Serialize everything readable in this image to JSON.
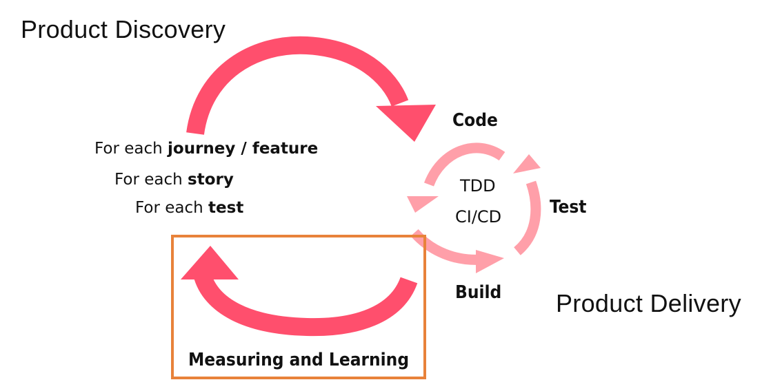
{
  "headings": {
    "discovery": "Product Discovery",
    "delivery": "Product Delivery"
  },
  "discovery_loops": [
    {
      "prefix": "For each ",
      "emphasis": "journey / feature"
    },
    {
      "prefix": "For each ",
      "emphasis": "story"
    },
    {
      "prefix": "For each ",
      "emphasis": "test"
    }
  ],
  "delivery_cycle": {
    "code": "Code",
    "test": "Test",
    "build": "Build",
    "center_top": "TDD",
    "center_bottom": "CI/CD"
  },
  "feedback": {
    "label": "Measuring and Learning"
  },
  "colors": {
    "discovery_arrow": "#ff4f6d",
    "delivery_arrow": "#ff9fa9",
    "highlight_box": "#e8823a",
    "text": "#111111"
  }
}
